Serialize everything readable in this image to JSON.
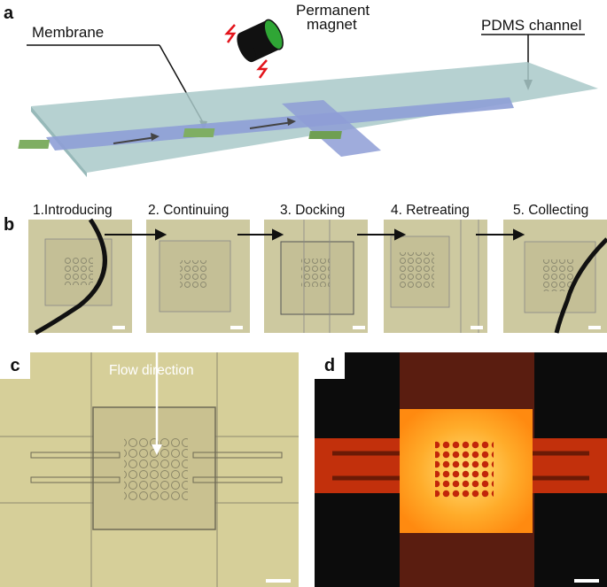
{
  "panels": {
    "a": {
      "letter": "a",
      "membrane_label": "Membrane",
      "magnet_label_line1": "Permanent",
      "magnet_label_line2": "magnet",
      "channel_label": "PDMS channel"
    },
    "b": {
      "letter": "b",
      "steps": [
        "1.Introducing",
        "2. Continuing",
        "3. Docking",
        "4. Retreating",
        "5. Collecting"
      ]
    },
    "c": {
      "letter": "c",
      "flow_label": "Flow direction"
    },
    "d": {
      "letter": "d"
    }
  },
  "colors": {
    "channel_fill": "#a9c9c9",
    "inner_channel": "#8e9ed6",
    "membrane": "#7fae63",
    "micro_bg": "#cdc9a0",
    "fluor_orange": "#ff9a1a",
    "fluor_red": "#c2260a",
    "magnet_green": "#2fa635",
    "spark_red": "#e3141b"
  }
}
